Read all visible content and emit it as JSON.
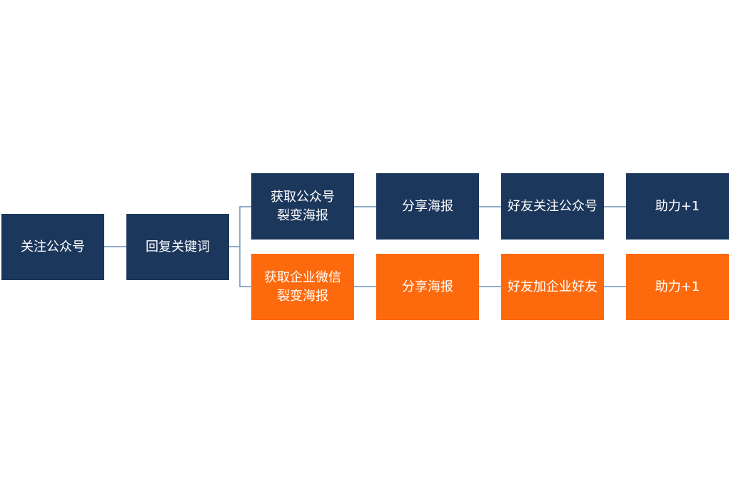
{
  "colors": {
    "navy": "#1c375c",
    "orange": "#fd6a0d",
    "connector": "#6f8fb8"
  },
  "start": {
    "follow": "关注公众号",
    "reply": "回复关键词"
  },
  "branch_official": {
    "step1_line1": "获取公众号",
    "step1_line2": "裂变海报",
    "step2": "分享海报",
    "step3": "好友关注公众号",
    "step4": "助力+1"
  },
  "branch_wecom": {
    "step1_line1": "获取企业微信",
    "step1_line2": "裂变海报",
    "step2": "分享海报",
    "step3": "好友加企业好友",
    "step4": "助力+1"
  }
}
